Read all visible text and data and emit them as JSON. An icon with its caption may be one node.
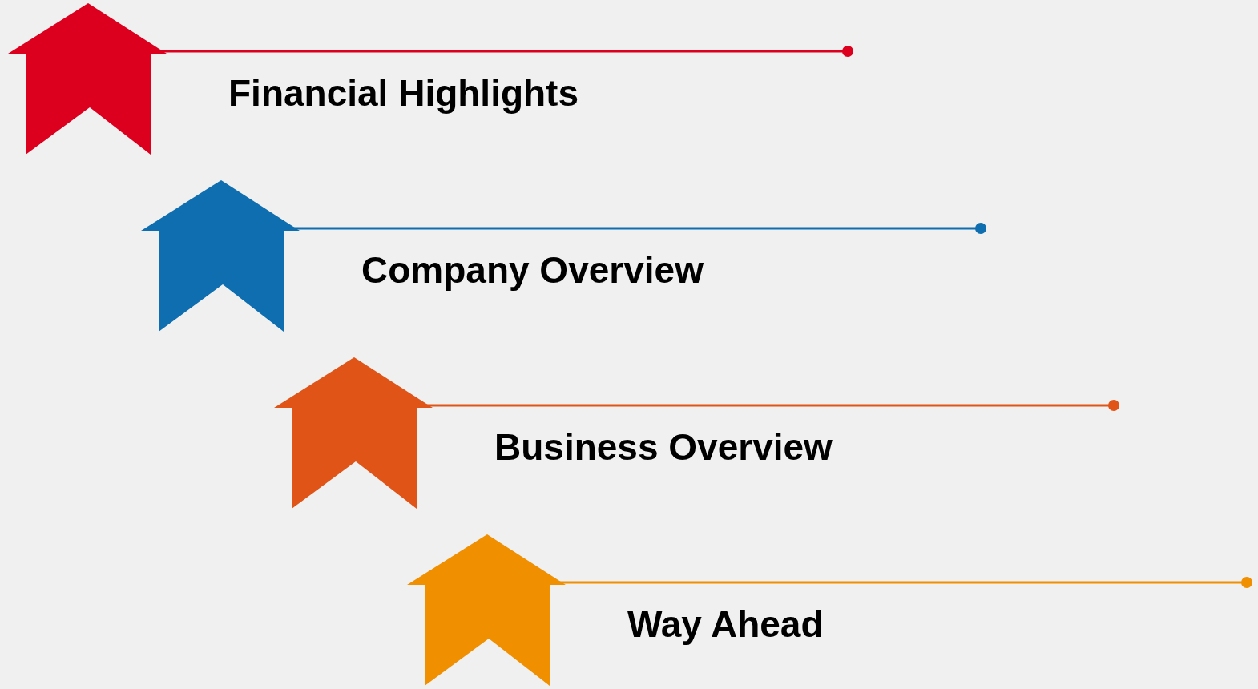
{
  "diagram": {
    "labels": [
      "Financial Highlights",
      "Company Overview",
      "Business Overview",
      "Way Ahead"
    ]
  }
}
